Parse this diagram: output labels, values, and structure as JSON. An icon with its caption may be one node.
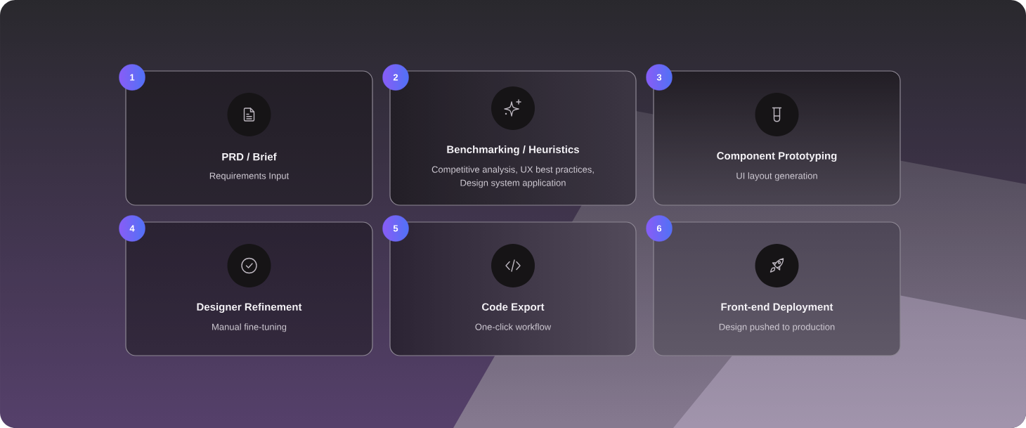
{
  "diagram": {
    "nodes": [
      {
        "text": [
          "1"
        ]
      },
      {
        "text": [
          "PRD / Brief",
          "Requirements Input"
        ]
      },
      {
        "text": [
          "2"
        ]
      },
      {
        "text": [
          "Benchmarking / Heuristics",
          "Competitive analysis, UX best practices, Design system application"
        ]
      },
      {
        "text": [
          "3"
        ]
      },
      {
        "text": [
          "Component Prototyping",
          "UI layout generation"
        ]
      },
      {
        "text": [
          "4"
        ]
      },
      {
        "text": [
          "Designer Refinement",
          "Manual fine-tuning"
        ]
      },
      {
        "text": [
          "5"
        ]
      },
      {
        "text": [
          "Code Export",
          "One-click workflow"
        ]
      },
      {
        "text": [
          "6"
        ]
      },
      {
        "text": [
          "Front-end Deployment",
          "Design pushed to production"
        ]
      }
    ]
  }
}
